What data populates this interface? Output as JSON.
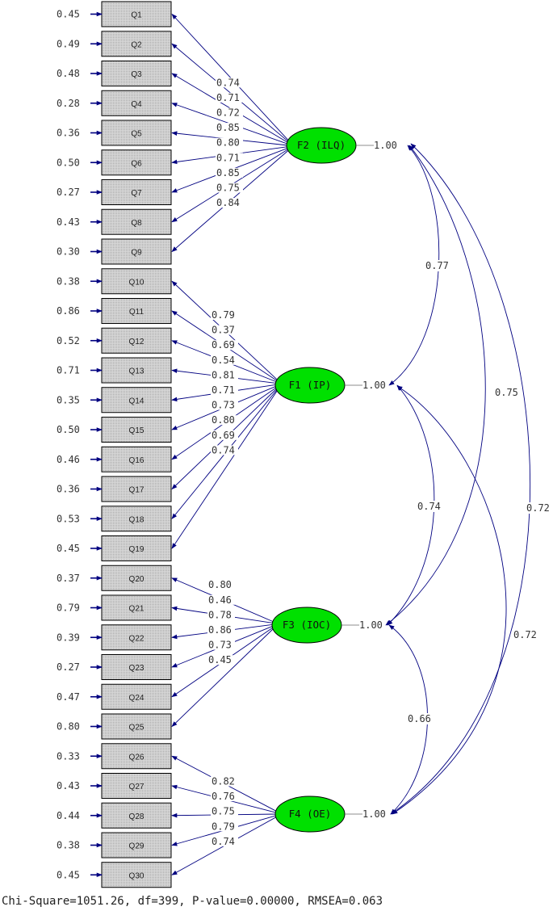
{
  "indicators": [
    {
      "name": "Q1",
      "error": "0.45"
    },
    {
      "name": "Q2",
      "error": "0.49"
    },
    {
      "name": "Q3",
      "error": "0.48"
    },
    {
      "name": "Q4",
      "error": "0.28"
    },
    {
      "name": "Q5",
      "error": "0.36"
    },
    {
      "name": "Q6",
      "error": "0.50"
    },
    {
      "name": "Q7",
      "error": "0.27"
    },
    {
      "name": "Q8",
      "error": "0.43"
    },
    {
      "name": "Q9",
      "error": "0.30"
    },
    {
      "name": "Q10",
      "error": "0.38"
    },
    {
      "name": "Q11",
      "error": "0.86"
    },
    {
      "name": "Q12",
      "error": "0.52"
    },
    {
      "name": "Q13",
      "error": "0.71"
    },
    {
      "name": "Q14",
      "error": "0.35"
    },
    {
      "name": "Q15",
      "error": "0.50"
    },
    {
      "name": "Q16",
      "error": "0.46"
    },
    {
      "name": "Q17",
      "error": "0.36"
    },
    {
      "name": "Q18",
      "error": "0.53"
    },
    {
      "name": "Q19",
      "error": "0.45"
    },
    {
      "name": "Q20",
      "error": "0.37"
    },
    {
      "name": "Q21",
      "error": "0.79"
    },
    {
      "name": "Q22",
      "error": "0.39"
    },
    {
      "name": "Q23",
      "error": "0.27"
    },
    {
      "name": "Q24",
      "error": "0.47"
    },
    {
      "name": "Q25",
      "error": "0.80"
    },
    {
      "name": "Q26",
      "error": "0.33"
    },
    {
      "name": "Q27",
      "error": "0.43"
    },
    {
      "name": "Q28",
      "error": "0.44"
    },
    {
      "name": "Q29",
      "error": "0.38"
    },
    {
      "name": "Q30",
      "error": "0.45"
    }
  ],
  "factors": [
    {
      "id": "F2",
      "label": "F2 (ILQ)",
      "variance": "1.00",
      "items": [
        0,
        1,
        2,
        3,
        4,
        5,
        6,
        7,
        8
      ],
      "loadings": [
        "0.74",
        "0.71",
        "0.72",
        "0.85",
        "0.80",
        "0.71",
        "0.85",
        "0.75",
        "0.84"
      ]
    },
    {
      "id": "F1",
      "label": "F1 (IP)",
      "variance": "1.00",
      "items": [
        9,
        10,
        11,
        12,
        13,
        14,
        15,
        16,
        17,
        18
      ],
      "loadings": [
        "0.79",
        "0.37",
        "0.69",
        "0.54",
        "0.81",
        "0.71",
        "0.73",
        "0.80",
        "0.69",
        "0.74"
      ]
    },
    {
      "id": "F3",
      "label": "F3 (IOC)",
      "variance": "1.00",
      "items": [
        19,
        20,
        21,
        22,
        23,
        24
      ],
      "loadings": [
        "0.80",
        "0.46",
        "0.78",
        "0.86",
        "0.73",
        "0.45"
      ]
    },
    {
      "id": "F4",
      "label": "F4 (OE)",
      "variance": "1.00",
      "items": [
        25,
        26,
        27,
        28,
        29
      ],
      "loadings": [
        "0.82",
        "0.76",
        "0.75",
        "0.79",
        "0.74"
      ]
    }
  ],
  "correlations": [
    {
      "from": "F2",
      "to": "F1",
      "value": "0.77"
    },
    {
      "from": "F2",
      "to": "F3",
      "value": "0.75"
    },
    {
      "from": "F2",
      "to": "F4",
      "value": "0.72"
    },
    {
      "from": "F1",
      "to": "F3",
      "value": "0.74"
    },
    {
      "from": "F1",
      "to": "F4",
      "value": "0.72"
    },
    {
      "from": "F3",
      "to": "F4",
      "value": "0.66"
    }
  ],
  "fit_statistics": "Chi-Square=1051.26, df=399, P-value=0.00000, RMSEA=0.063",
  "colors": {
    "factor_fill": "#00e000",
    "box_fill": "#c0c0c0",
    "arrow": "#000080"
  }
}
